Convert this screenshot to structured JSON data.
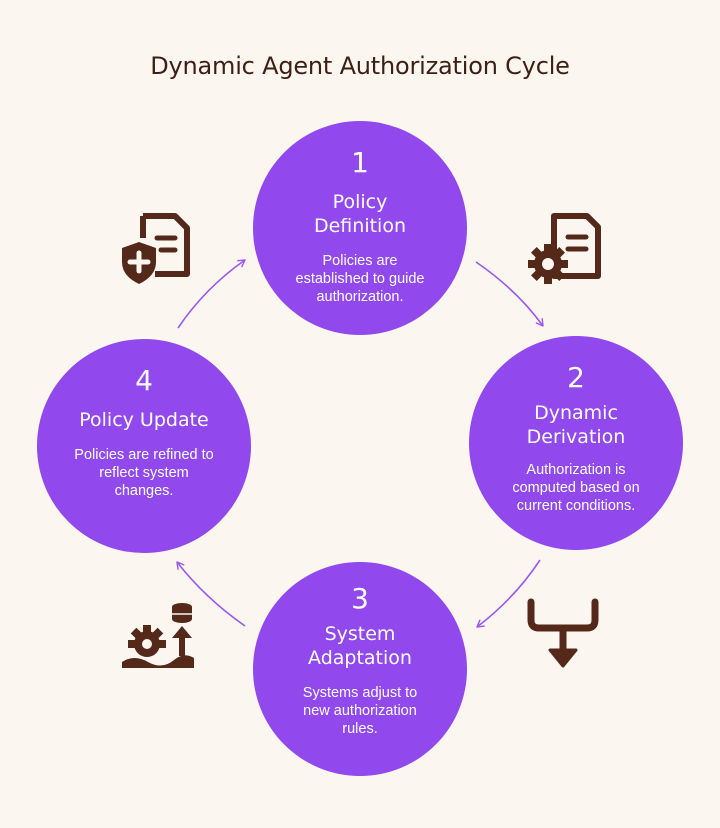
{
  "title": "Dynamic Agent Authorization Cycle",
  "colors": {
    "background": "#fcf6f0",
    "circle": "#9149ee",
    "icon": "#55291a",
    "arrow": "#9b59f0",
    "title": "#3d1f14"
  },
  "steps": [
    {
      "number": "1",
      "heading": "Policy Definition",
      "description": "Policies are established to guide authorization.",
      "icon": "document-gear-icon"
    },
    {
      "number": "2",
      "heading": "Dynamic Derivation",
      "description": "Authorization is computed based on current conditions.",
      "icon": "funnel-down-arrow-icon"
    },
    {
      "number": "3",
      "heading": "System Adaptation",
      "description": "Systems adjust to new authorization rules.",
      "icon": "gear-database-upload-icon"
    },
    {
      "number": "4",
      "heading": "Policy Update",
      "description": "Policies are refined to reflect system changes.",
      "icon": "shield-plus-document-icon"
    }
  ]
}
